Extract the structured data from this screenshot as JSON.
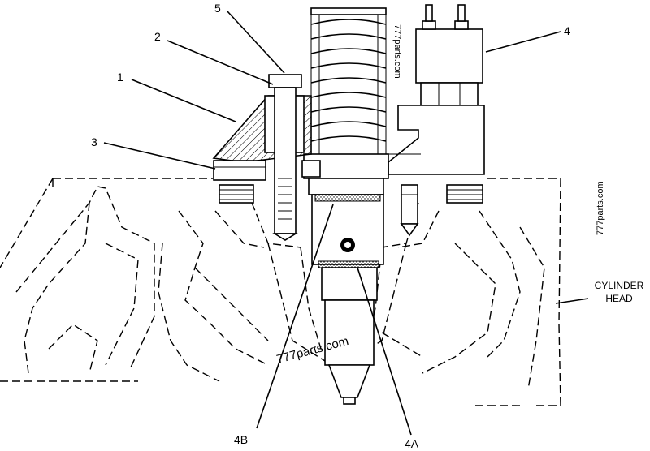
{
  "diagram": {
    "callouts": {
      "c1": "1",
      "c2": "2",
      "c3": "3",
      "c4": "4",
      "c5": "5",
      "c4a": "4A",
      "c4b": "4B"
    },
    "cylinder_head_label": [
      "CYLINDER",
      "HEAD"
    ],
    "watermarks": [
      "777parts.com",
      "777parts.com",
      "777parts.com"
    ]
  }
}
